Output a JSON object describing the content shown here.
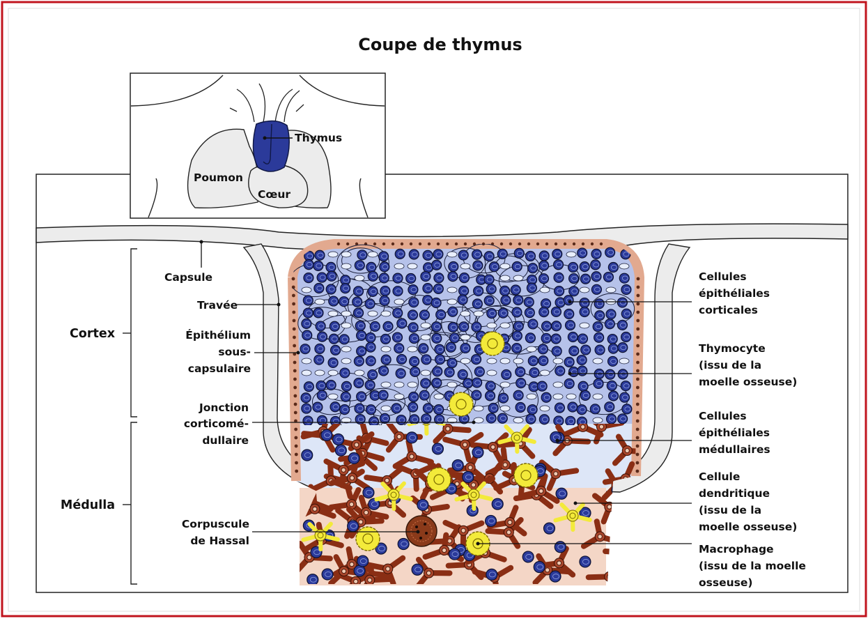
{
  "title": "Coupe de thymus",
  "inset": {
    "thymus": "Thymus",
    "poumon": "Poumon",
    "coeur": "Cœur"
  },
  "regions": {
    "cortex": "Cortex",
    "medulla": "Médulla"
  },
  "left_labels": {
    "capsule": "Capsule",
    "travee": "Travée",
    "epithelium": [
      "Épithélium",
      "sous-",
      "capsulaire"
    ],
    "jonction": [
      "Jonction",
      "corticomé-",
      "dullaire"
    ],
    "corpuscule": [
      "Corpuscule",
      "de Hassal"
    ]
  },
  "right_labels": {
    "cortical_cells": [
      "Cellules",
      "épithéliales",
      "corticales"
    ],
    "thymocyte": [
      "Thymocyte",
      "(issu de la",
      "moelle osseuse)"
    ],
    "medullary_cells": [
      "Cellules",
      "épithéliales",
      "médullaires"
    ],
    "dendritic": [
      "Cellule",
      "dendritique",
      "(issu de la",
      "moelle osseuse)"
    ],
    "macrophage": [
      "Macrophage",
      "(issu de la moelle",
      "osseuse)"
    ]
  },
  "colors": {
    "thymus_blue": "#2b3a9a",
    "cortex_bg": "#b6c2ea",
    "medulla_bg": "#dde6f7",
    "epithelium": "#e2a98f",
    "medullary_cell": "#8a2e14",
    "dendritic": "#f3ea3a",
    "hassal": "#8a3a1a",
    "tissue_gray": "#ececec",
    "skin_bg": "#f4d6c6",
    "border_red": "#c0141e"
  }
}
